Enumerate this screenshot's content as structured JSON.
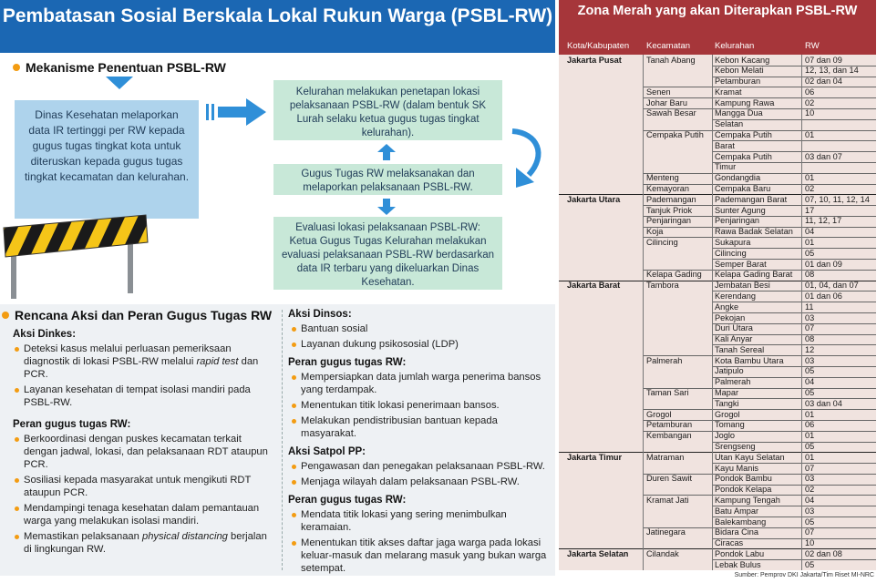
{
  "title": "Pembatasan Sosial Berskala Lokal Rukun Warga (PSBL-RW)",
  "mechanism": {
    "heading": "Mekanisme Penentuan PSBL-RW",
    "dinkes_box": "Dinas Kesehatan melaporkan data IR tertinggi per RW kepada gugus tugas tingkat kota untuk diteruskan kepada gugus tugas tingkat kecamatan dan kelurahan.",
    "kelurahan_box": "Kelurahan melakukan penetapan lokasi pelaksanaan PSBL-RW (dalam bentuk SK Lurah selaku ketua gugus tugas tingkat kelurahan).",
    "gugus_box": "Gugus Tugas RW melaksanakan dan melaporkan pelaksanaan PSBL-RW.",
    "eval_box": "Evaluasi lokasi pelaksanaan PSBL-RW: Ketua Gugus Tugas Kelurahan melakukan evaluasi pelaksanaan PSBL-RW berdasarkan data IR terbaru yang dikeluarkan Dinas Kesehatan."
  },
  "plan": {
    "heading": "Rencana Aksi dan Peran Gugus Tugas RW",
    "dinkes_title": "Aksi Dinkes:",
    "dinkes_1a": "Deteksi kasus melalui perluasan pemeriksaan diagnostik di lokasi PSBL-RW melalui",
    "dinkes_1b": "rapid test",
    "dinkes_1c": "dan PCR.",
    "dinkes_2": "Layanan kesehatan di tempat isolasi mandiri pada PSBL-RW.",
    "rw1_title": "Peran gugus tugas RW:",
    "rw1_1": "Berkoordinasi dengan puskes kecamatan terkait dengan jadwal, lokasi, dan pelaksanaan RDT ataupun PCR.",
    "rw1_2": "Sosiliasi kepada masyarakat untuk mengikuti RDT ataupun PCR.",
    "rw1_3": "Mendampingi tenaga kesehatan dalam pemantauan warga yang melakukan isolasi mandiri.",
    "rw1_4a": "Memastikan pelaksanaan",
    "rw1_4b": "physical distancing",
    "rw1_4c": "berjalan di lingkungan RW.",
    "dinsos_title": "Aksi Dinsos:",
    "dinsos_1": "Bantuan sosial",
    "dinsos_2": "Layanan dukung psikososial (LDP)",
    "rw2_title": "Peran gugus tugas RW:",
    "rw2_1": "Mempersiapkan data jumlah warga penerima bansos yang terdampak.",
    "rw2_2": "Menentukan titik lokasi penerimaan bansos.",
    "rw2_3": "Melakukan pendistribusian bantuan kepada masyarakat.",
    "satpol_title": "Aksi Satpol PP:",
    "satpol_1": "Pengawasan dan penegakan pelaksanaan PSBL-RW.",
    "satpol_2": "Menjaga wilayah dalam pelaksanaan PSBL-RW.",
    "rw3_title": "Peran gugus tugas RW:",
    "rw3_1": "Mendata titik lokasi yang sering menimbulkan keramaian.",
    "rw3_2": "Menentukan titik akses daftar jaga warga pada lokasi keluar-masuk dan melarang masuk yang bukan warga setempat."
  },
  "zona": {
    "title": "Zona Merah yang akan Diterapkan PSBL-RW",
    "headers": [
      "Kota/Kabupaten",
      "Kecamatan",
      "Kelurahan",
      "RW"
    ],
    "rows": [
      [
        "Jakarta Pusat",
        "Tanah Abang",
        "Kebon Kacang",
        "07 dan 09"
      ],
      [
        "",
        "",
        "Kebon Melati",
        "12, 13, dan 14"
      ],
      [
        "",
        "",
        "Petamburan",
        "02 dan 04"
      ],
      [
        "",
        "Senen",
        "Kramat",
        "06"
      ],
      [
        "",
        "Johar Baru",
        "Kampung Rawa",
        "02"
      ],
      [
        "",
        "Sawah Besar",
        "Mangga Dua",
        "10"
      ],
      [
        "",
        "",
        "Selatan",
        ""
      ],
      [
        "",
        "Cempaka Putih",
        "Cempaka Putih",
        "01"
      ],
      [
        "",
        "",
        "Barat",
        ""
      ],
      [
        "",
        "",
        "Cempaka Putih",
        "03 dan 07"
      ],
      [
        "",
        "",
        "Timur",
        ""
      ],
      [
        "",
        "Menteng",
        "Gondangdia",
        "01"
      ],
      [
        "",
        "Kemayoran",
        "Cempaka Baru",
        "02"
      ],
      [
        "Jakarta Utara",
        "Pademangan",
        "Pademangan Barat",
        "07, 10, 11, 12, 14"
      ],
      [
        "",
        "Tanjuk Priok",
        "Sunter Agung",
        "17"
      ],
      [
        "",
        "Penjaringan",
        "Penjaringan",
        "11, 12, 17"
      ],
      [
        "",
        "Koja",
        "Rawa Badak Selatan",
        "04"
      ],
      [
        "",
        "Cilincing",
        "Sukapura",
        "01"
      ],
      [
        "",
        "",
        "Cilincing",
        "05"
      ],
      [
        "",
        "",
        "Semper Barat",
        "01 dan 09"
      ],
      [
        "",
        "Kelapa Gading",
        "Kelapa Gading Barat",
        "08"
      ],
      [
        "Jakarta Barat",
        "Tambora",
        "Jembatan Besi",
        "01, 04, dan 07"
      ],
      [
        "",
        "",
        "Kerendang",
        "01 dan 06"
      ],
      [
        "",
        "",
        "Angke",
        "11"
      ],
      [
        "",
        "",
        "Pekojan",
        "03"
      ],
      [
        "",
        "",
        "Duri Utara",
        "07"
      ],
      [
        "",
        "",
        "Kali Anyar",
        "08"
      ],
      [
        "",
        "",
        "Tanah Sereal",
        "12"
      ],
      [
        "",
        "Palmerah",
        "Kota Bambu Utara",
        "03"
      ],
      [
        "",
        "",
        "Jatipulo",
        "05"
      ],
      [
        "",
        "",
        "Palmerah",
        "04"
      ],
      [
        "",
        "Taman Sari",
        "Mapar",
        "05"
      ],
      [
        "",
        "",
        "Tangki",
        "03 dan 04"
      ],
      [
        "",
        "Grogol",
        "Grogol",
        "01"
      ],
      [
        "",
        "Petamburan",
        "Tomang",
        "06"
      ],
      [
        "",
        "Kembangan",
        "Joglo",
        "01"
      ],
      [
        "",
        "",
        "Srengseng",
        "05"
      ],
      [
        "Jakarta Timur",
        "Matraman",
        "Utan Kayu Selatan",
        "01"
      ],
      [
        "",
        "",
        "Kayu Manis",
        "07"
      ],
      [
        "",
        "Duren Sawit",
        "Pondok Bambu",
        "03"
      ],
      [
        "",
        "",
        "Pondok Kelapa",
        "02"
      ],
      [
        "",
        "Kramat Jati",
        "Kampung Tengah",
        "04"
      ],
      [
        "",
        "",
        "Batu Ampar",
        "03"
      ],
      [
        "",
        "",
        "Balekambang",
        "05"
      ],
      [
        "",
        "Jatinegara",
        "Bidara Cina",
        "07"
      ],
      [
        "",
        "",
        "Ciracas",
        "10"
      ],
      [
        "Jakarta Selatan",
        "Cilandak",
        "Pondok Labu",
        "02 dan 08"
      ],
      [
        "",
        "",
        "Lebak Bulus",
        "05"
      ]
    ]
  },
  "source": "Sumber: Pemprov DKI Jakarta/Tim Riset MI-NRC"
}
